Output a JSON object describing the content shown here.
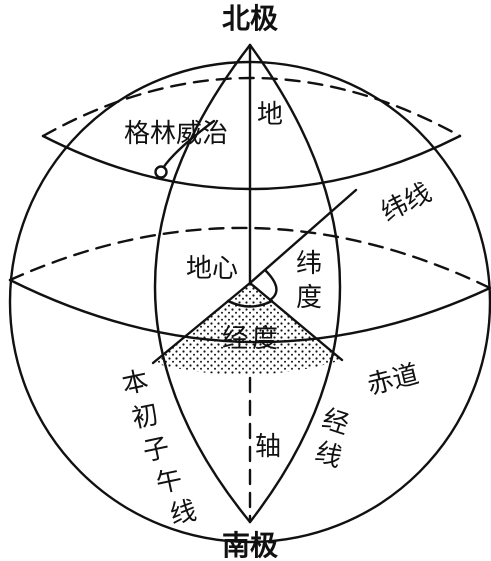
{
  "diagram": {
    "labels": {
      "north_pole": "北极",
      "south_pole": "南极",
      "greenwich": "格林威治",
      "earth_axis_top": "地",
      "earth_axis_bottom": "轴",
      "latitude_line": "纬线",
      "earth_center": "地心",
      "latitude_angle": "纬度",
      "longitude_angle": "经度",
      "equator": "赤道",
      "prime_meridian": "本初子午线",
      "meridian": "经线"
    },
    "colors": {
      "ink": "#111111",
      "background": "#ffffff"
    }
  }
}
